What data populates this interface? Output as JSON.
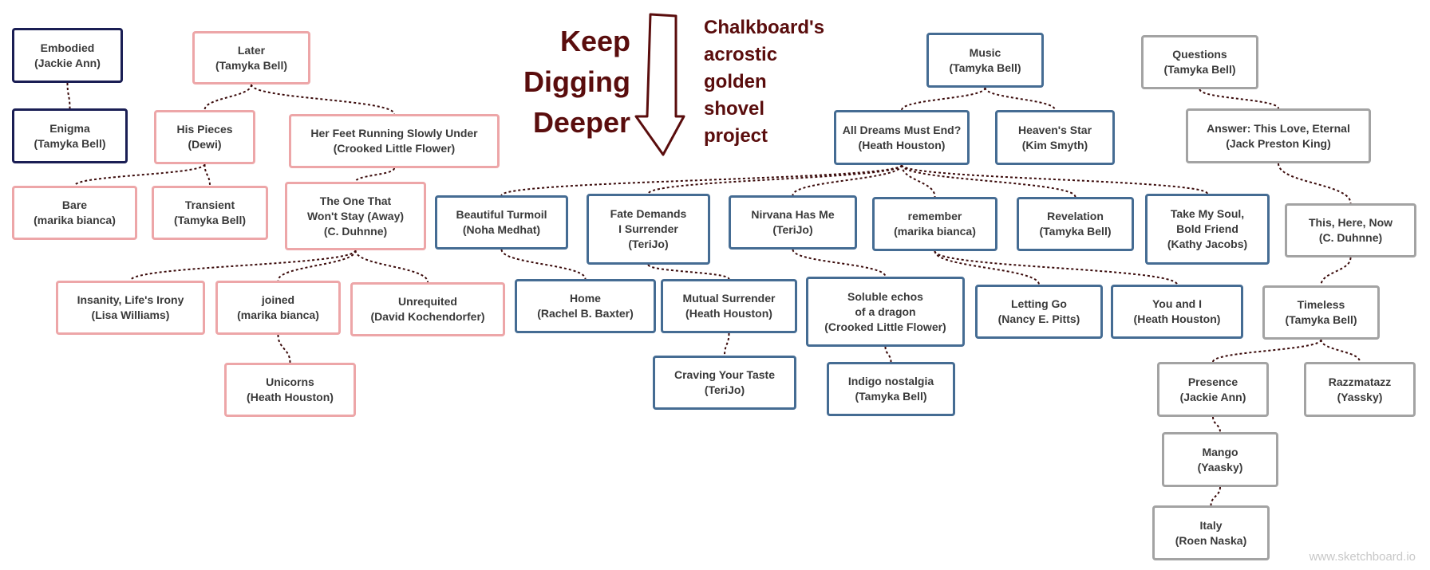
{
  "title": {
    "left": "Keep\nDigging\nDeeper",
    "right": "Chalkboard's\nacrostic\ngolden\nshovel\nproject"
  },
  "watermark": "www.sketchboard.io",
  "colors": {
    "navy": "#1a1e54",
    "pink": "#eda6a8",
    "blue": "#456c93",
    "gray": "#a3a3a3",
    "title": "#5a0d0d",
    "connector": "#3a0a0a"
  },
  "nodes": {
    "embodied": "Embodied\n(Jackie Ann)",
    "enigma": "Enigma\n(Tamyka Bell)",
    "later": "Later\n(Tamyka Bell)",
    "his_pieces": "His Pieces\n(Dewi)",
    "her_feet": "Her Feet Running Slowly Under\n(Crooked Little Flower)",
    "bare": "Bare\n(marika bianca)",
    "transient": "Transient\n(Tamyka Bell)",
    "one_that": "The One That\nWon't Stay (Away)\n(C. Duhnne)",
    "insanity": "Insanity, Life's Irony\n(Lisa Williams)",
    "joined": "joined\n(marika bianca)",
    "unrequited": "Unrequited\n(David Kochendorfer)",
    "unicorns": "Unicorns\n(Heath Houston)",
    "music": "Music\n(Tamyka Bell)",
    "all_dreams": "All Dreams Must End?\n(Heath Houston)",
    "heavens_star": "Heaven's Star\n(Kim Smyth)",
    "beautiful": "Beautiful Turmoil\n(Noha Medhat)",
    "fate": "Fate Demands\nI Surrender\n(TeriJo)",
    "nirvana": "Nirvana Has Me\n(TeriJo)",
    "remember": "remember\n(marika bianca)",
    "revelation": "Revelation\n(Tamyka Bell)",
    "take_soul": "Take My Soul,\nBold Friend\n(Kathy Jacobs)",
    "home": "Home\n(Rachel B. Baxter)",
    "mutual": "Mutual Surrender\n(Heath Houston)",
    "craving": "Craving Your Taste\n(TeriJo)",
    "soluble": "Soluble echos\nof a dragon\n(Crooked Little Flower)",
    "indigo": "Indigo nostalgia\n(Tamyka Bell)",
    "letting_go": "Letting Go\n(Nancy E. Pitts)",
    "you_and_i": "You and I\n(Heath Houston)",
    "questions": "Questions\n(Tamyka Bell)",
    "answer": "Answer: This Love, Eternal\n(Jack Preston King)",
    "this_here": "This, Here, Now\n(C. Duhnne)",
    "timeless": "Timeless\n(Tamyka Bell)",
    "presence": "Presence\n(Jackie Ann)",
    "razzmatazz": "Razzmatazz\n(Yassky)",
    "mango": "Mango\n(Yaasky)",
    "italy": "Italy\n(Roen Naska)"
  },
  "links": [
    [
      "embodied",
      "enigma"
    ],
    [
      "later",
      "his_pieces"
    ],
    [
      "later",
      "her_feet"
    ],
    [
      "his_pieces",
      "bare"
    ],
    [
      "his_pieces",
      "transient"
    ],
    [
      "her_feet",
      "one_that"
    ],
    [
      "one_that",
      "insanity"
    ],
    [
      "one_that",
      "joined"
    ],
    [
      "one_that",
      "unrequited"
    ],
    [
      "joined",
      "unicorns"
    ],
    [
      "music",
      "all_dreams"
    ],
    [
      "music",
      "heavens_star"
    ],
    [
      "all_dreams",
      "beautiful"
    ],
    [
      "all_dreams",
      "fate"
    ],
    [
      "all_dreams",
      "nirvana"
    ],
    [
      "all_dreams",
      "remember"
    ],
    [
      "all_dreams",
      "revelation"
    ],
    [
      "all_dreams",
      "take_soul"
    ],
    [
      "beautiful",
      "home"
    ],
    [
      "fate",
      "mutual"
    ],
    [
      "mutual",
      "craving"
    ],
    [
      "nirvana",
      "soluble"
    ],
    [
      "soluble",
      "indigo"
    ],
    [
      "remember",
      "letting_go"
    ],
    [
      "remember",
      "you_and_i"
    ],
    [
      "questions",
      "answer"
    ],
    [
      "answer",
      "this_here"
    ],
    [
      "this_here",
      "timeless"
    ],
    [
      "timeless",
      "presence"
    ],
    [
      "timeless",
      "razzmatazz"
    ],
    [
      "presence",
      "mango"
    ],
    [
      "mango",
      "italy"
    ]
  ]
}
